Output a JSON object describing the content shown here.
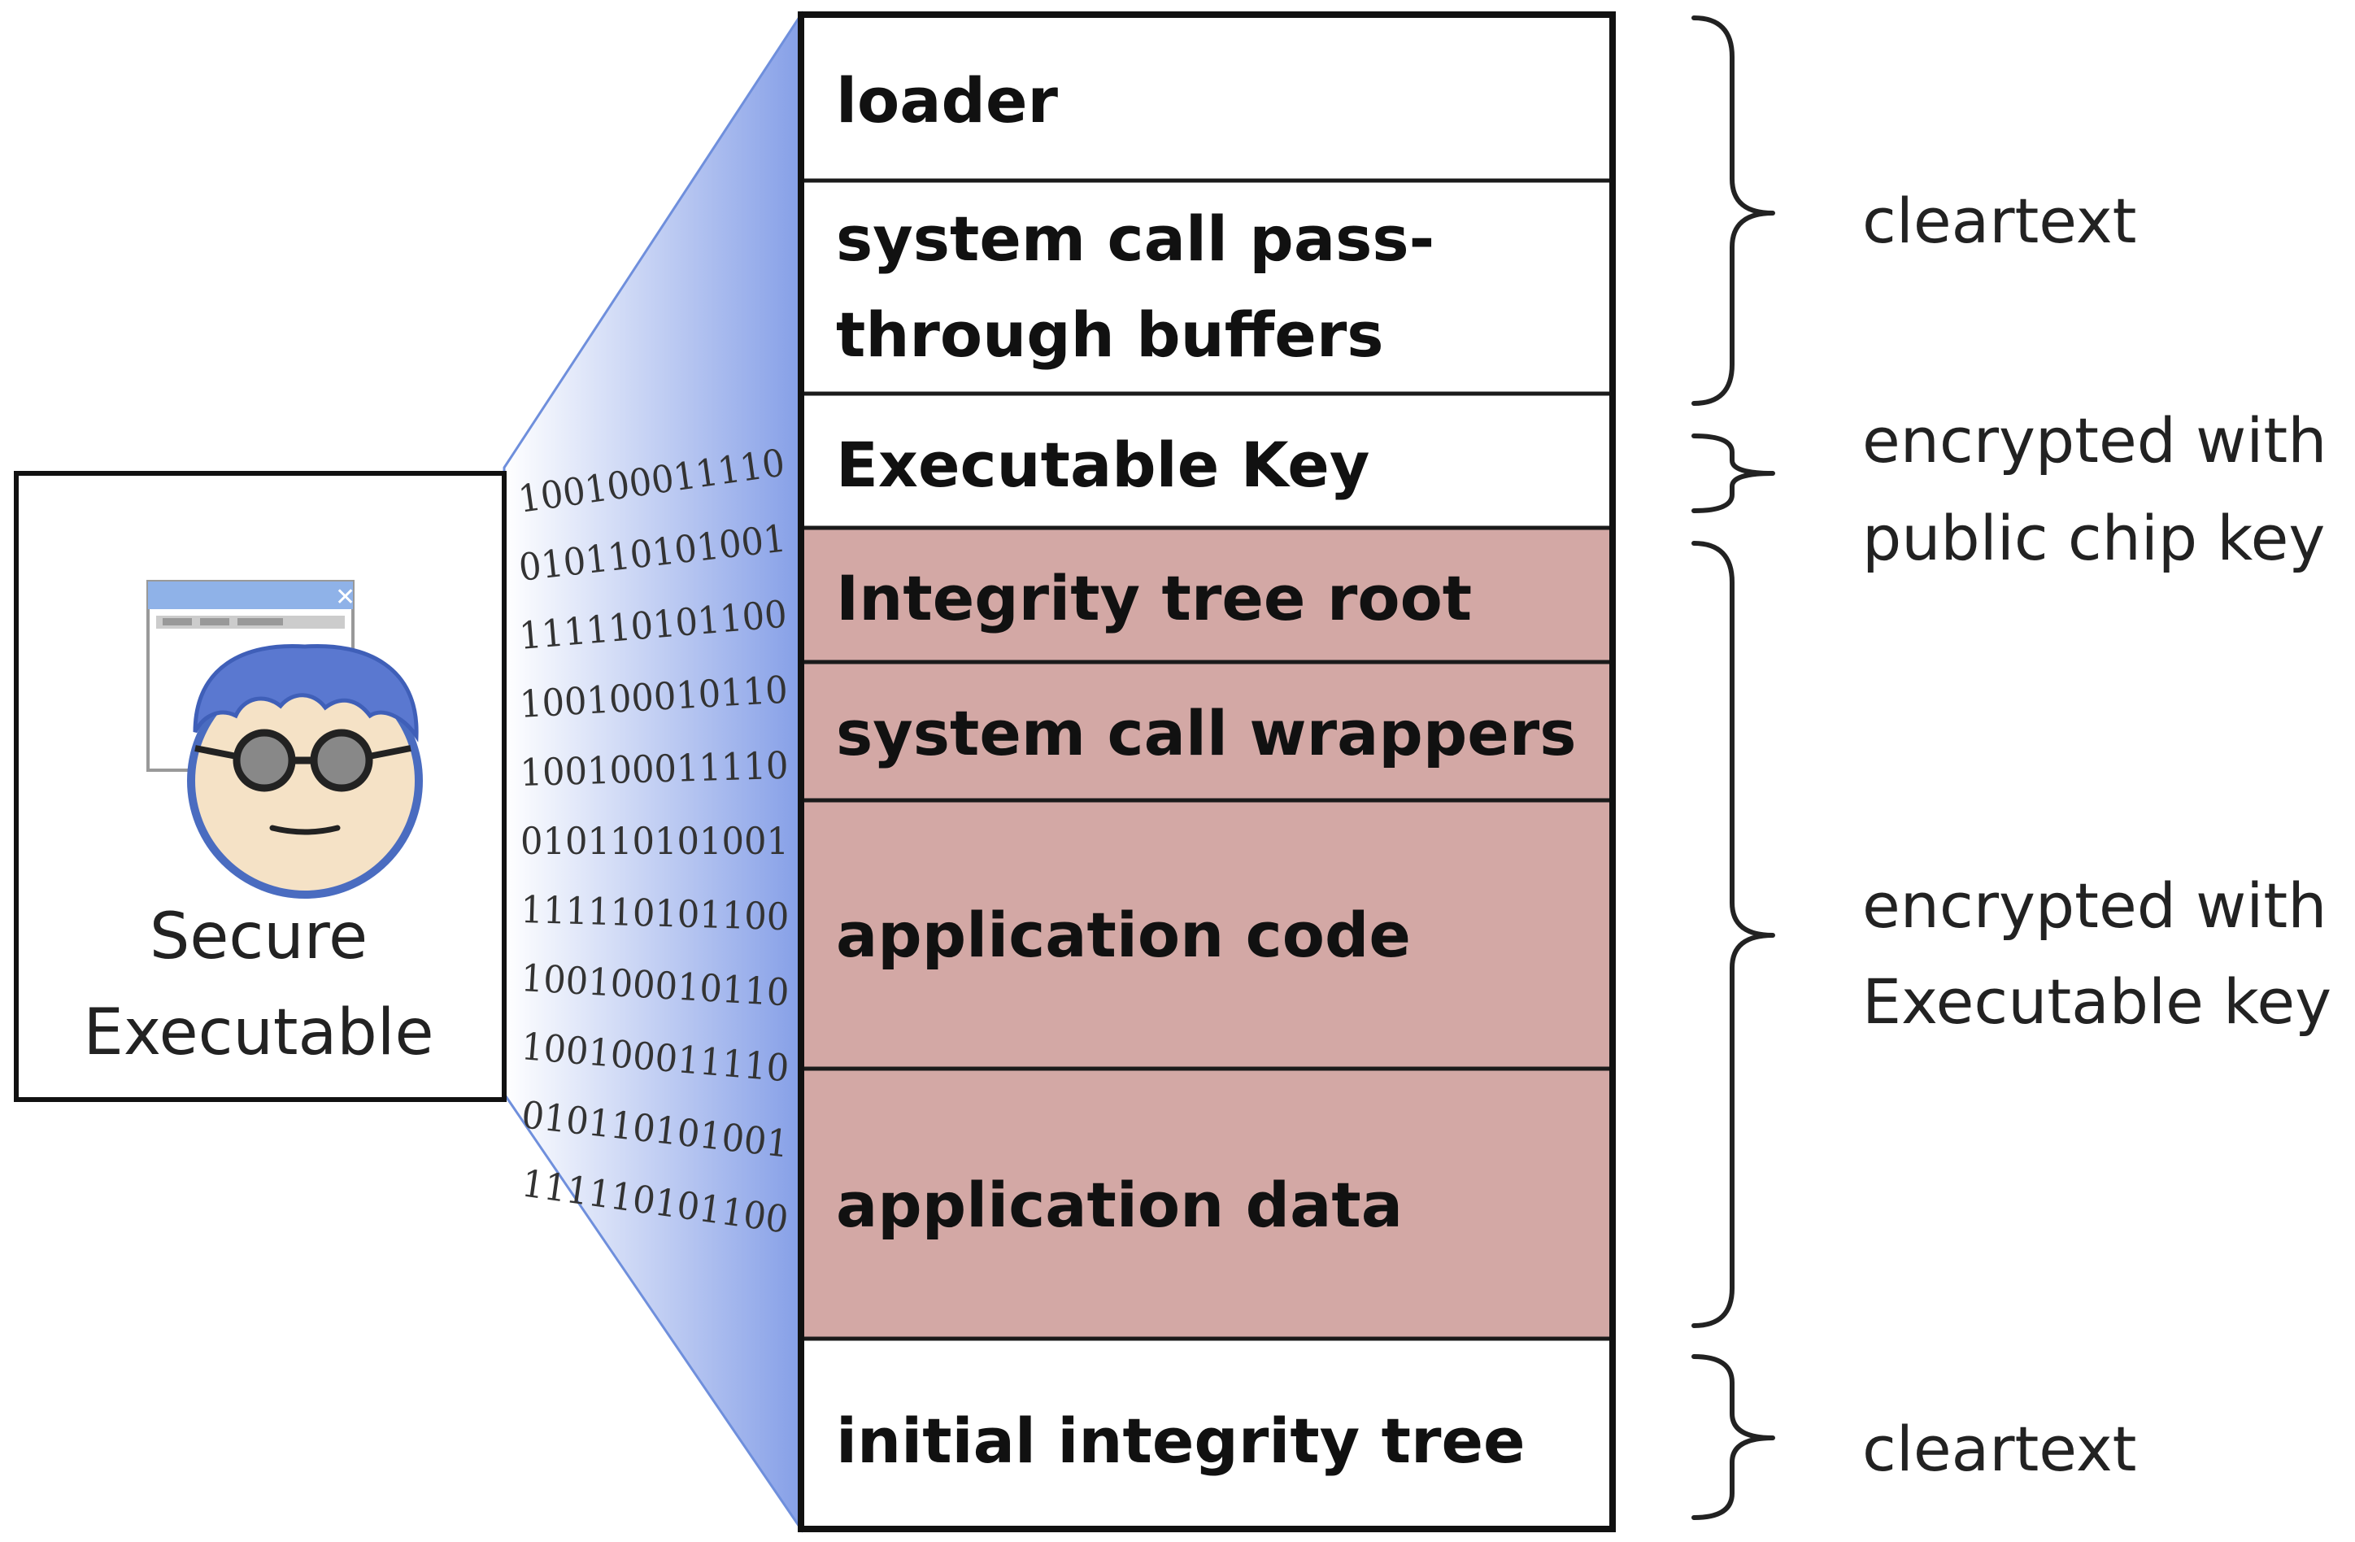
{
  "executable": {
    "label_lines": [
      "Secure",
      "Executable"
    ],
    "icon": "user-with-glasses-and-window-icon"
  },
  "binary_stream": [
    "100100011110",
    "010110101001",
    "111110101100",
    "100100010110",
    "100100011110",
    "010110101001",
    "111110101100",
    "100100010110",
    "100100011110",
    "010110101001",
    "111110101100"
  ],
  "segments": [
    {
      "name": "loader",
      "lines": [
        "loader"
      ],
      "encryption": "cleartext"
    },
    {
      "name": "syscall-passthrough",
      "lines": [
        "system call pass-",
        "through buffers"
      ],
      "encryption": "cleartext"
    },
    {
      "name": "executable-key",
      "lines": [
        "Executable Key"
      ],
      "encryption": "encrypted-with-public-chip-key"
    },
    {
      "name": "integrity-root",
      "lines": [
        "Integrity tree root"
      ],
      "encryption": "encrypted-with-executable-key"
    },
    {
      "name": "syscall-wrappers",
      "lines": [
        "system call wrappers"
      ],
      "encryption": "encrypted-with-executable-key"
    },
    {
      "name": "app-code",
      "lines": [
        "application code"
      ],
      "encryption": "encrypted-with-executable-key"
    },
    {
      "name": "app-data",
      "lines": [
        "application data"
      ],
      "encryption": "encrypted-with-executable-key"
    },
    {
      "name": "initial-integrity-tree",
      "lines": [
        "initial integrity tree"
      ],
      "encryption": "cleartext"
    }
  ],
  "brackets": [
    {
      "name": "cleartext-top",
      "lines": [
        "cleartext"
      ]
    },
    {
      "name": "public-chip-key",
      "lines": [
        "encrypted with",
        "public chip key"
      ]
    },
    {
      "name": "executable-key",
      "lines": [
        "encrypted with",
        "Executable key"
      ]
    },
    {
      "name": "cleartext-bottom",
      "lines": [
        "cleartext"
      ]
    }
  ],
  "colors": {
    "cleartext_fill": "#ffffff",
    "encrypted_fill": "#d3a8a5",
    "border": "#1a1a1a",
    "funnel": "#8fa8e8",
    "hair": "#5a78d0"
  }
}
